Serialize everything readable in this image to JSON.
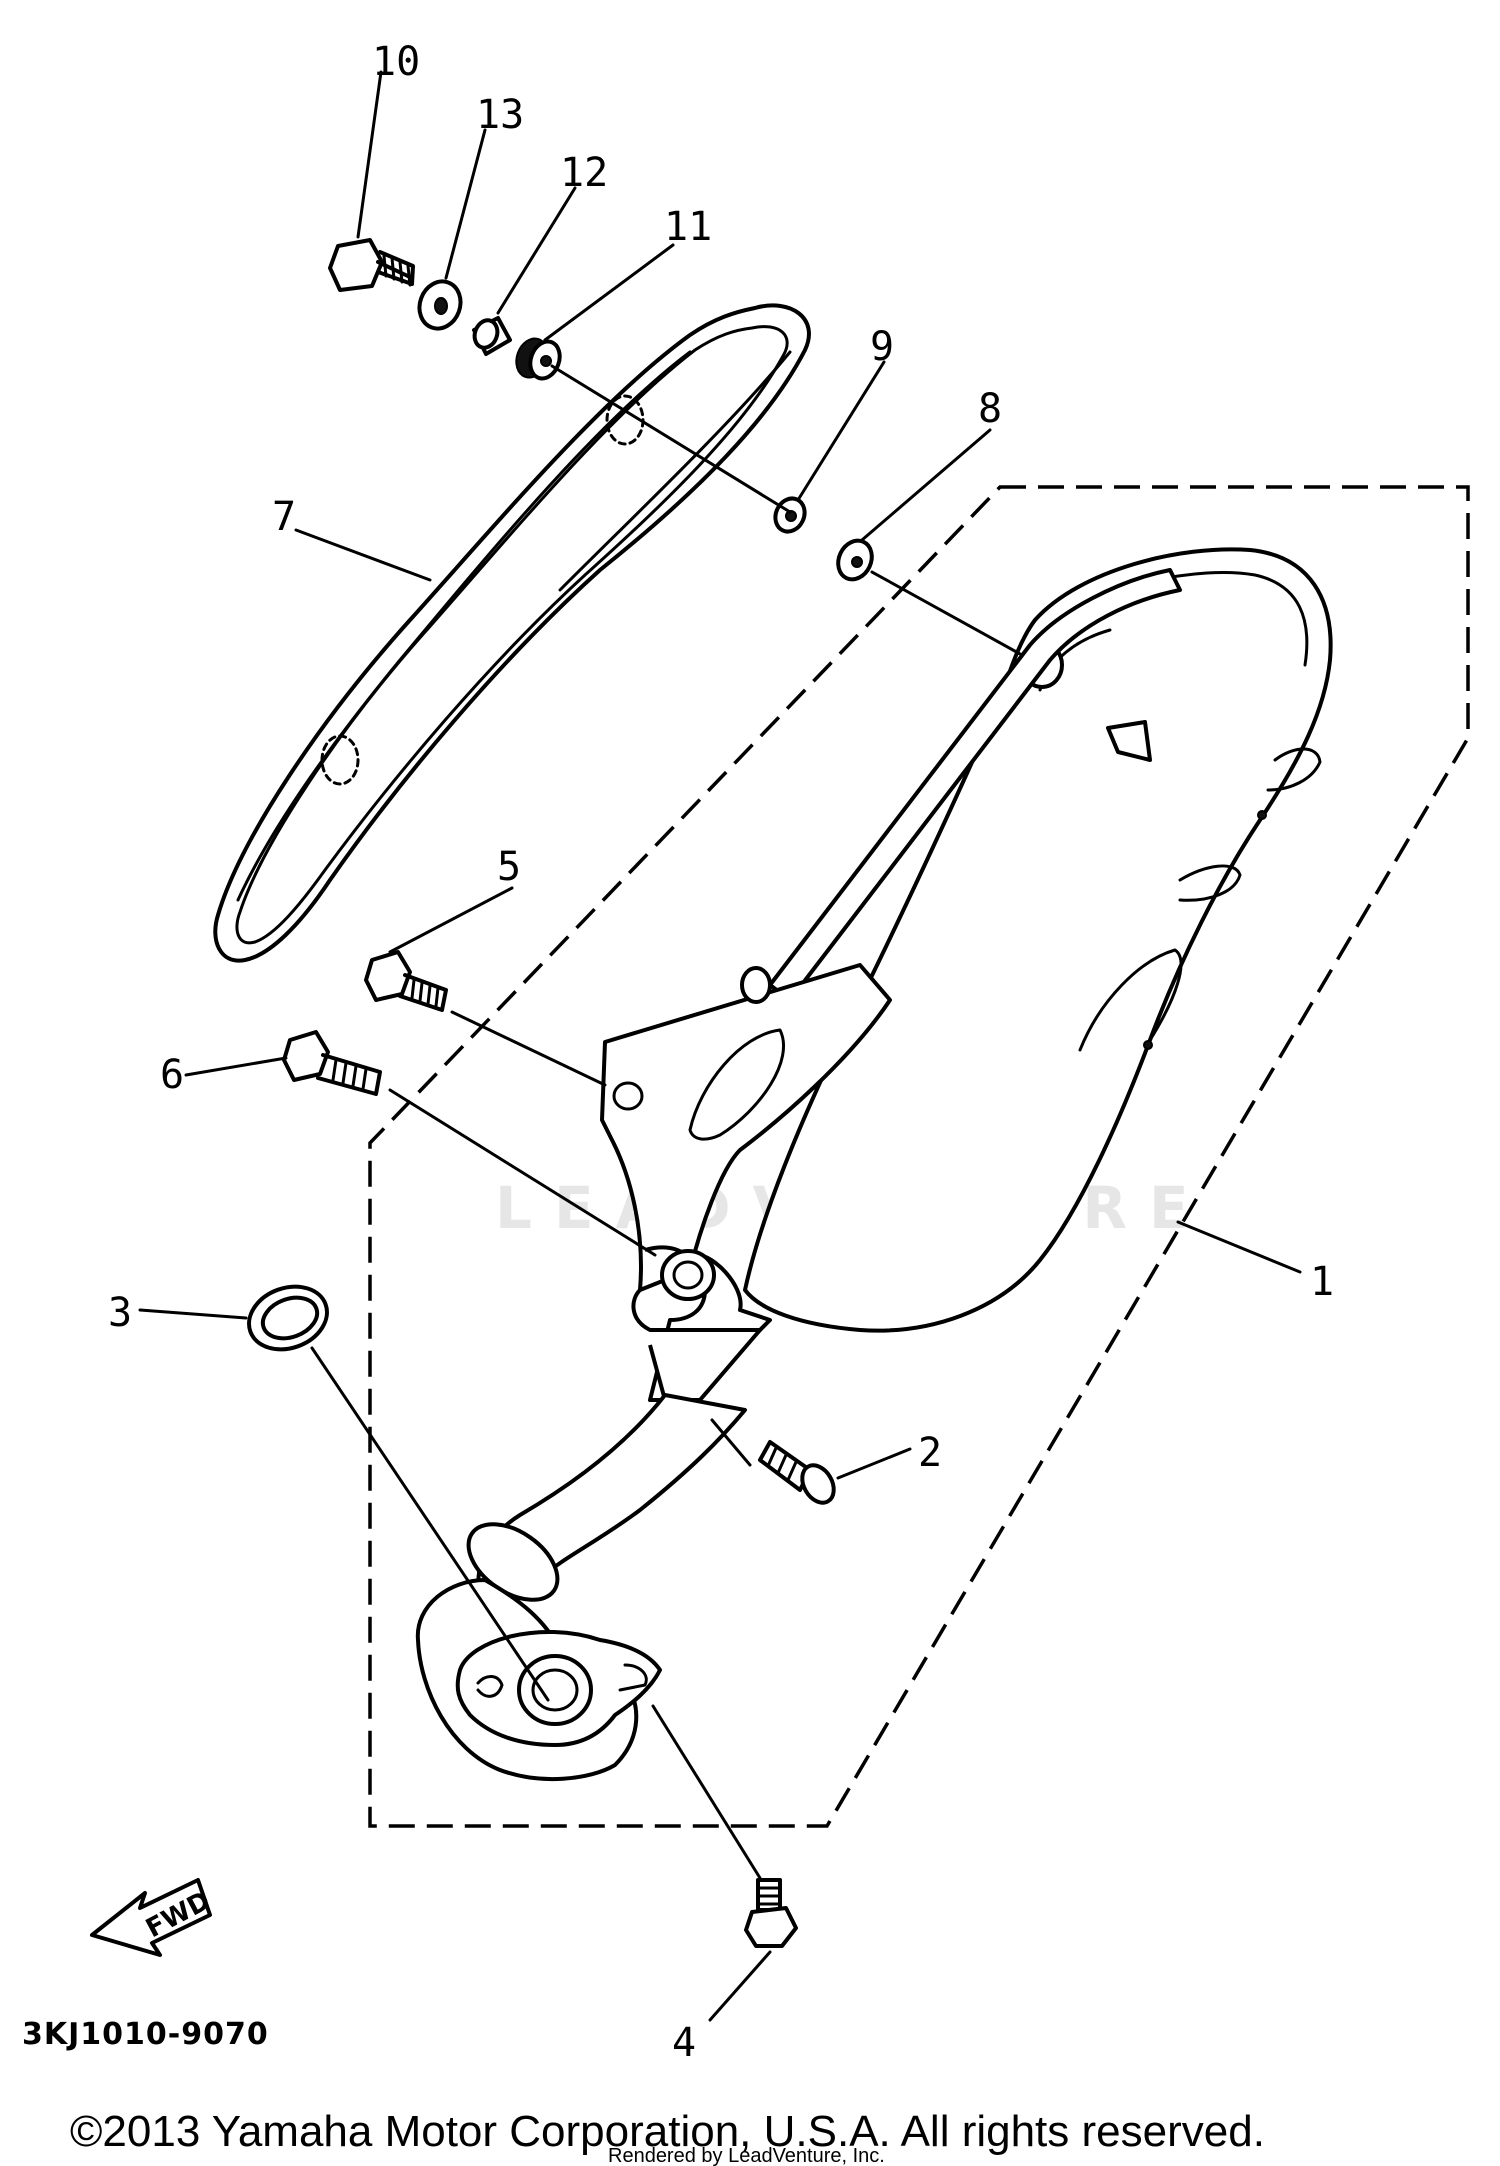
{
  "diagram": {
    "part_code": "3KJ1010-9070",
    "watermark": "LEADVENTURE",
    "direction_label": "FWD",
    "callouts": [
      {
        "id": "c1",
        "label": "1"
      },
      {
        "id": "c2",
        "label": "2"
      },
      {
        "id": "c3",
        "label": "3"
      },
      {
        "id": "c4",
        "label": "4"
      },
      {
        "id": "c5",
        "label": "5"
      },
      {
        "id": "c6",
        "label": "6"
      },
      {
        "id": "c7",
        "label": "7"
      },
      {
        "id": "c8",
        "label": "8"
      },
      {
        "id": "c9",
        "label": "9"
      },
      {
        "id": "c10",
        "label": "10"
      },
      {
        "id": "c11",
        "label": "11"
      },
      {
        "id": "c12",
        "label": "12"
      },
      {
        "id": "c13",
        "label": "13"
      }
    ]
  },
  "footer": {
    "copyright": "©2013 Yamaha Motor Corporation, U.S.A. All rights reserved.",
    "rendered_by": "Rendered by LeadVenture, Inc."
  }
}
